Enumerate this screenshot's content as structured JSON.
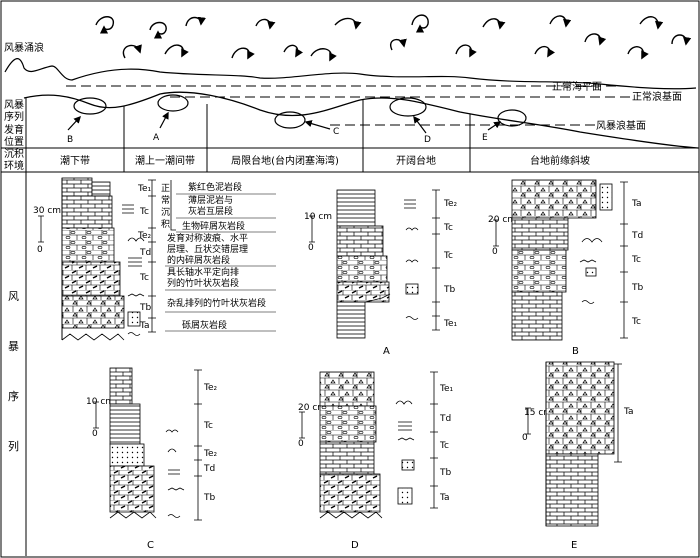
{
  "header": {
    "storm_surge_label": "风暴涌浪",
    "sea_level": "正常海平面",
    "fair_weather_base": "正常浪基面",
    "storm_wave_base": "风暴浪基面",
    "side_label_1": [
      "风暴",
      "序列",
      "发育",
      "位置"
    ],
    "side_label_2": [
      "沉积",
      "环境"
    ],
    "positions": [
      "B",
      "A",
      "C",
      "D",
      "E"
    ],
    "environments": [
      "潮下带",
      "潮上一潮间带",
      "局限台地(台内闭塞海湾)",
      "开阔台地",
      "台地前缘斜坡"
    ]
  },
  "left_label": [
    "风",
    "暴",
    "序",
    "列"
  ],
  "columns": {
    "main": {
      "scale": "30 cm",
      "scale_zero": "0",
      "units": [
        "Te₁",
        "Tc",
        "Te₂",
        "Td",
        "Tc",
        "Tb",
        "Ta"
      ],
      "descriptions": [
        "紫红色泥岩段",
        "薄层泥岩与",
        "灰岩互层段",
        "生物碎屑灰岩段",
        "发育对称波痕、水平",
        "层理、丘状交错层理",
        "的内碎屑灰岩段",
        "具长轴水平定向排",
        "列的竹叶状灰岩段",
        "杂乱排列的竹叶状灰岩段",
        "砾屑灰岩段"
      ],
      "note": [
        "正",
        "常",
        "沉",
        "积"
      ]
    },
    "A": {
      "label": "A",
      "scale": "10 cm",
      "scale_zero": "0",
      "units": [
        "Te₂",
        "Tc",
        "Tc",
        "Tb",
        "Te₁"
      ]
    },
    "B": {
      "label": "B",
      "scale": "20 cm",
      "scale_zero": "0",
      "units": [
        "Ta",
        "Td",
        "Tc",
        "Tb",
        "Tc"
      ]
    },
    "C": {
      "label": "C",
      "scale": "10 cm",
      "scale_zero": "0",
      "units": [
        "Te₂",
        "Tc",
        "Te₂",
        "Td",
        "Tb"
      ]
    },
    "D": {
      "label": "D",
      "scale": "20 cm",
      "scale_zero": "0",
      "units": [
        "Te₁",
        "Td",
        "Tc",
        "Tb",
        "Ta"
      ]
    },
    "E": {
      "label": "E",
      "scale": "15 cm",
      "scale_zero": "0",
      "units": [
        "Ta"
      ]
    }
  }
}
